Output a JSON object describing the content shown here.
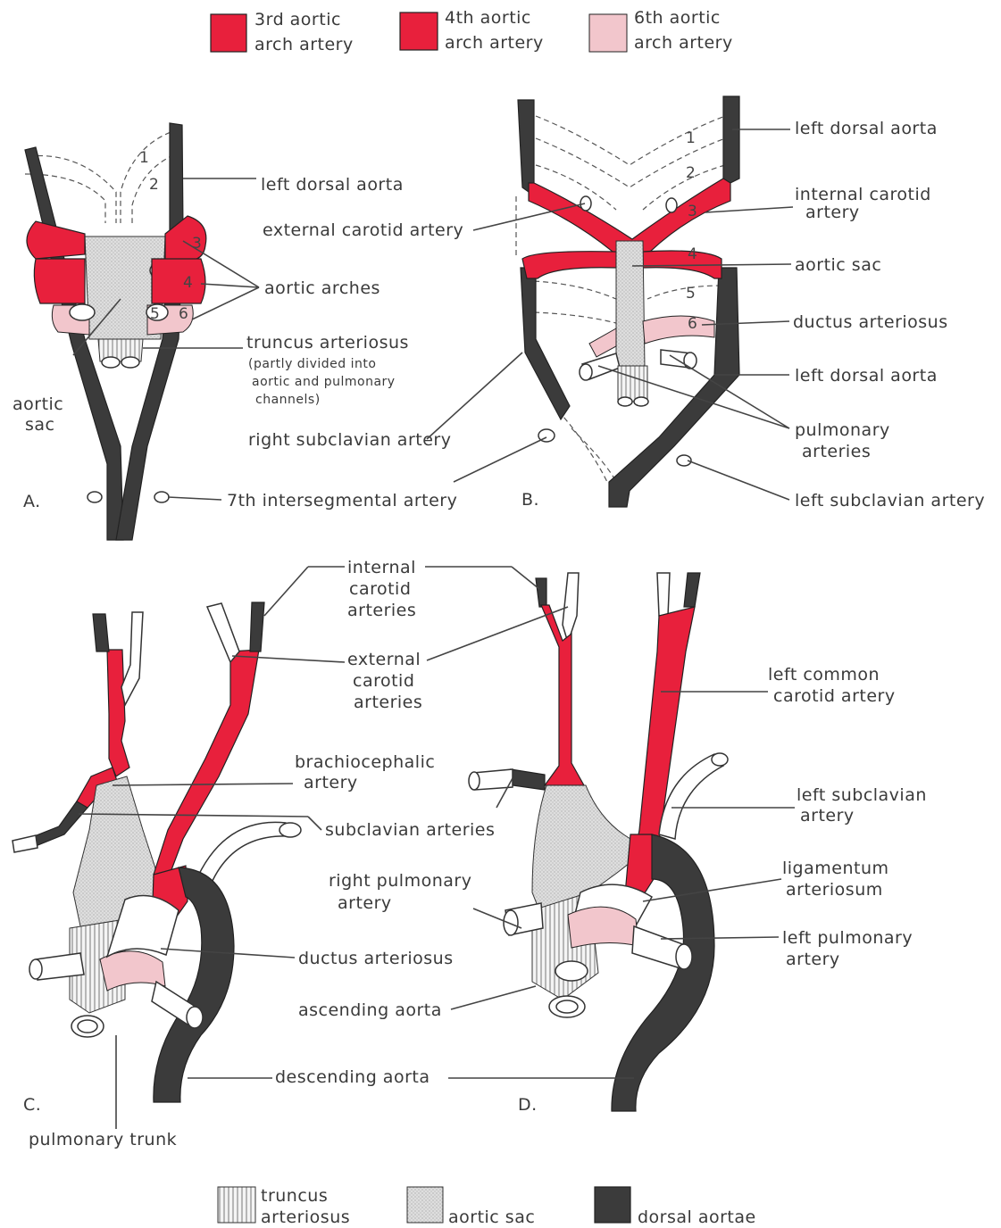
{
  "colors": {
    "arch3": "#e8203c",
    "arch4": "#e8203c",
    "arch6": "#f2c6cc",
    "dorsal": "#3b3b3b",
    "sac": "#dcdcdc",
    "paper": "#ffffff"
  },
  "legend_top": [
    {
      "line1": "3rd aortic",
      "line2": "arch artery"
    },
    {
      "line1": "4th aortic",
      "line2": "arch artery"
    },
    {
      "line1": "6th aortic",
      "line2": "arch artery"
    }
  ],
  "legend_bottom": [
    {
      "line1": "truncus",
      "line2": "arteriosus"
    },
    {
      "line1": "aortic sac"
    },
    {
      "line1": "dorsal aortae"
    }
  ],
  "panel_letters": [
    "A.",
    "B.",
    "C.",
    "D."
  ],
  "arch_numbers": [
    "1",
    "2",
    "3",
    "4",
    "5",
    "6"
  ],
  "panel_a": {
    "left_dorsal_aorta": "left dorsal aorta",
    "external_carotid": "external carotid artery",
    "aortic_arches": "aortic arches",
    "truncus": "truncus arteriosus",
    "truncus_note": [
      "(partly divided into",
      "aortic and pulmonary",
      "channels)"
    ],
    "aortic_sac": [
      "aortic",
      "sac"
    ],
    "right_subclavian": "right subclavian artery",
    "intersegmental": "7th intersegmental artery"
  },
  "panel_b": {
    "left_dorsal_aorta_top": "left dorsal aorta",
    "internal_carotid": [
      "internal carotid",
      "artery"
    ],
    "aortic_sac": "aortic sac",
    "ductus": "ductus arteriosus",
    "left_dorsal_aorta_low": "left dorsal aorta",
    "pulmonary": [
      "pulmonary",
      "arteries"
    ],
    "left_subclavian": "left subclavian artery"
  },
  "panel_c": {
    "internal_carotid": [
      "internal",
      "carotid",
      "arteries"
    ],
    "external_carotid": [
      "external",
      "carotid",
      "arteries"
    ],
    "brachiocephalic": [
      "brachiocephalic",
      "artery"
    ],
    "subclavian": "subclavian arteries",
    "right_pulmonary": [
      "right pulmonary",
      "artery"
    ],
    "ductus": "ductus arteriosus",
    "ascending": "ascending aorta",
    "descending": "descending aorta",
    "pulmonary_trunk": "pulmonary trunk"
  },
  "panel_d": {
    "left_common_carotid": [
      "left common",
      "carotid artery"
    ],
    "left_subclavian": [
      "left subclavian",
      "artery"
    ],
    "ligamentum": [
      "ligamentum",
      "arteriosum"
    ],
    "left_pulmonary": [
      "left pulmonary",
      "artery"
    ]
  }
}
